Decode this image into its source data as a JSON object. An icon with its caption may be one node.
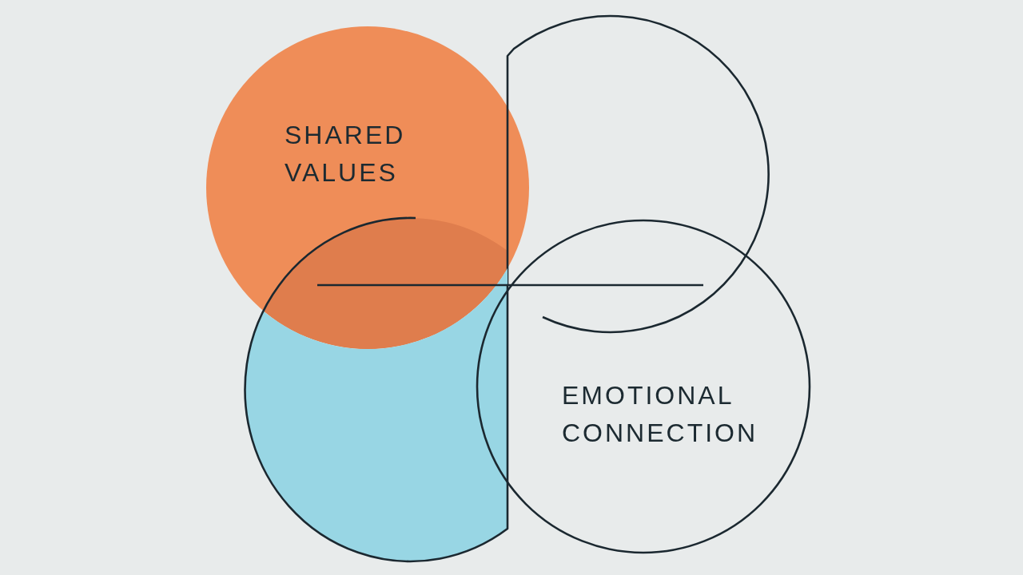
{
  "diagram": {
    "nodes": [
      {
        "text": [
          "SHARED VALUES"
        ]
      },
      {
        "text": [],
        "shape": "circle"
      },
      {
        "text": [],
        "shape": "circle"
      },
      {
        "text": [
          "EMOTIONAL CONNECTION"
        ]
      }
    ]
  }
}
